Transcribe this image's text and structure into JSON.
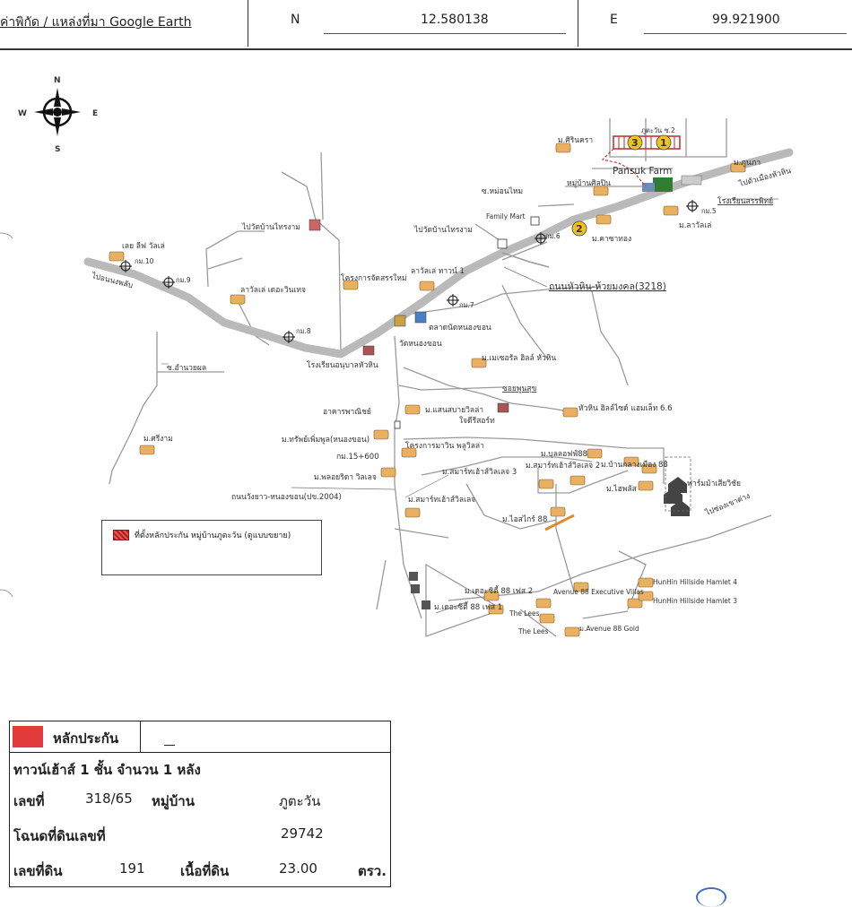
{
  "header": {
    "source_label": "ค่าพิกัด / แหล่งที่มา Google Earth",
    "n_label": "N",
    "n_value": "12.580138",
    "e_label": "E",
    "e_value": "99.921900"
  },
  "compass": {
    "n": "N",
    "s": "S",
    "e": "E",
    "w": "W"
  },
  "map_labels": {
    "land_of_leaf": "เลย ลีฟ วัลเล่",
    "km10": "กม.10",
    "km9": "กม.9",
    "to_nong_phlab": "ไปอนนงพลับ",
    "km8": "กม.8",
    "lavalle_de_vintage": "ลาวัลเล่ เดอะวินเทจ",
    "wat_khlong_to": "ไปวัดบ้านไทรงาม",
    "project_new": "โครงการจัดสรรใหม่",
    "lavalle_town1": "ลาวัลเล่ ทาวน์ 1",
    "km7": "กม.7",
    "market_nong_khon": "ตลาดนัดหนองขอน",
    "wat_nong_khon": "วัดหนองขอน",
    "school": "โรงเรียนอนุบาลหัวหิน",
    "soi_amnuay": "ซ.อำนวยผล",
    "m_siangam": "ม.ศรีงาม",
    "to_wat": "ไปวัดบ้านไทรงาม",
    "family_mart": "Family Mart",
    "m_serene_hills": "ม.เมเซอรัล ฮิลล์ หัวหิน",
    "soi_mu_khon": "ซ.หม่อนไหม",
    "road_name": "ถนนหัวหิน-ห้วยมงคล(3218)",
    "km6": "กม.6",
    "m_ka_thong": "ม.คาซาทอง",
    "m_lavalle": "ม.ลาวัลเล่",
    "km5": "กม.5",
    "m_phu_pha": "ม.ภูนภา",
    "to_hua_hin": "ไปตัวเมืองหัวหิน",
    "school_right": "โรงเรียนสรรพิทย์",
    "pansuk_farm": "Pansuk Farm",
    "m_sirin_nara": "ม.ศิรินครา",
    "mu_ban_sin": "หมู่บ้านศิลปิน",
    "phu_ta_wan_2": "ภูตะวัน ซ.2",
    "soi_phun_suk": "ซอยพูนสุข",
    "commercial": "อาคารพาณิชย์",
    "m_saen_sabai": "ม.แสนสบายวิลล่า",
    "jai_resort": "ใจดีรีสอร์ท",
    "huahin_hillside_66": "หัวหิน ฮิลล์ไซด์ แฮมเล็ท 6.6",
    "m_sap_phun": "ม.ทรัพย์เพิ่มพูล(หนองขอน)",
    "project_villa": "โครงการมาวิน พลูวิลล่า",
    "km15": "กม.15+600",
    "m_smart_3": "ม.สมาร์ทเฮ้าส์วิลเลจ 3",
    "m_smart_2": "ม.สมาร์ทเฮ้าส์วิลเลจ 2",
    "m_bullet": "ม.บุลลอฟฟ์88",
    "m_ban_klang": "ม.บ้านกลางเมือง 88",
    "m_phloen_ville": "ม.พลอยริดา วิลเลจ",
    "road_wang_yao": "ถนนวังยาว-หนองขอน(ปข.2004)",
    "m_smart": "ม.สมาร์ทเฮ้าส์วิลเลจ",
    "m_ai_sky": "ม.ไอสไกร์ 88",
    "m_hi_plus": "ม.ไฮพลัส",
    "farm_horse": "ฟาร์มม้าเสียวิชัย",
    "to_pa_la_u": "ไปช่องเขาต่าง",
    "m_the_city_2": "ม.เดอะซิตี้ 88 เฟส 2",
    "m_the_city_1": "ม.เดอะซิตี้ 88 เฟส 1",
    "hunhin_hamlet_4": "HunHin Hillside Hamlet 4",
    "hunhin_hamlet_3": "HunHin Hillside Hamlet 3",
    "avenue_exec": "Avenue 88 Executive Villas",
    "the_lees_a": "The Lees",
    "the_lees_b": "The Lees",
    "m_avenue_gold": "ม.Avenue 88 Gold",
    "marker_1": "1",
    "marker_2": "2",
    "marker_3": "3"
  },
  "legend": {
    "text": "ที่ตั้งหลักประกัน หมู่บ้านภูตะวัน (ดูแบบขยาย)"
  },
  "info": {
    "collateral_label": "หลักประกัน",
    "row_title": "ทาวน์เฮ้าส์ 1 ชั้น จำนวน 1 หลัง",
    "no_label": "เลขที่",
    "no_value": "318/65",
    "village_label": "หมู่บ้าน",
    "village_value": "ภูตะวัน",
    "deed_label": "โฉนดที่ดินเลขที่",
    "deed_value": "29742",
    "land_no_label": "เลขที่ดิน",
    "land_no_value": "191",
    "area_label": "เนื้อที่ดิน",
    "area_value": "23.00",
    "area_unit": "ตรว."
  },
  "colors": {
    "road": "#b9b9b9",
    "street": "#9a9a9a",
    "marker": "#f2c21b",
    "collateral": "#e23b3b",
    "house": "#e8b060"
  }
}
